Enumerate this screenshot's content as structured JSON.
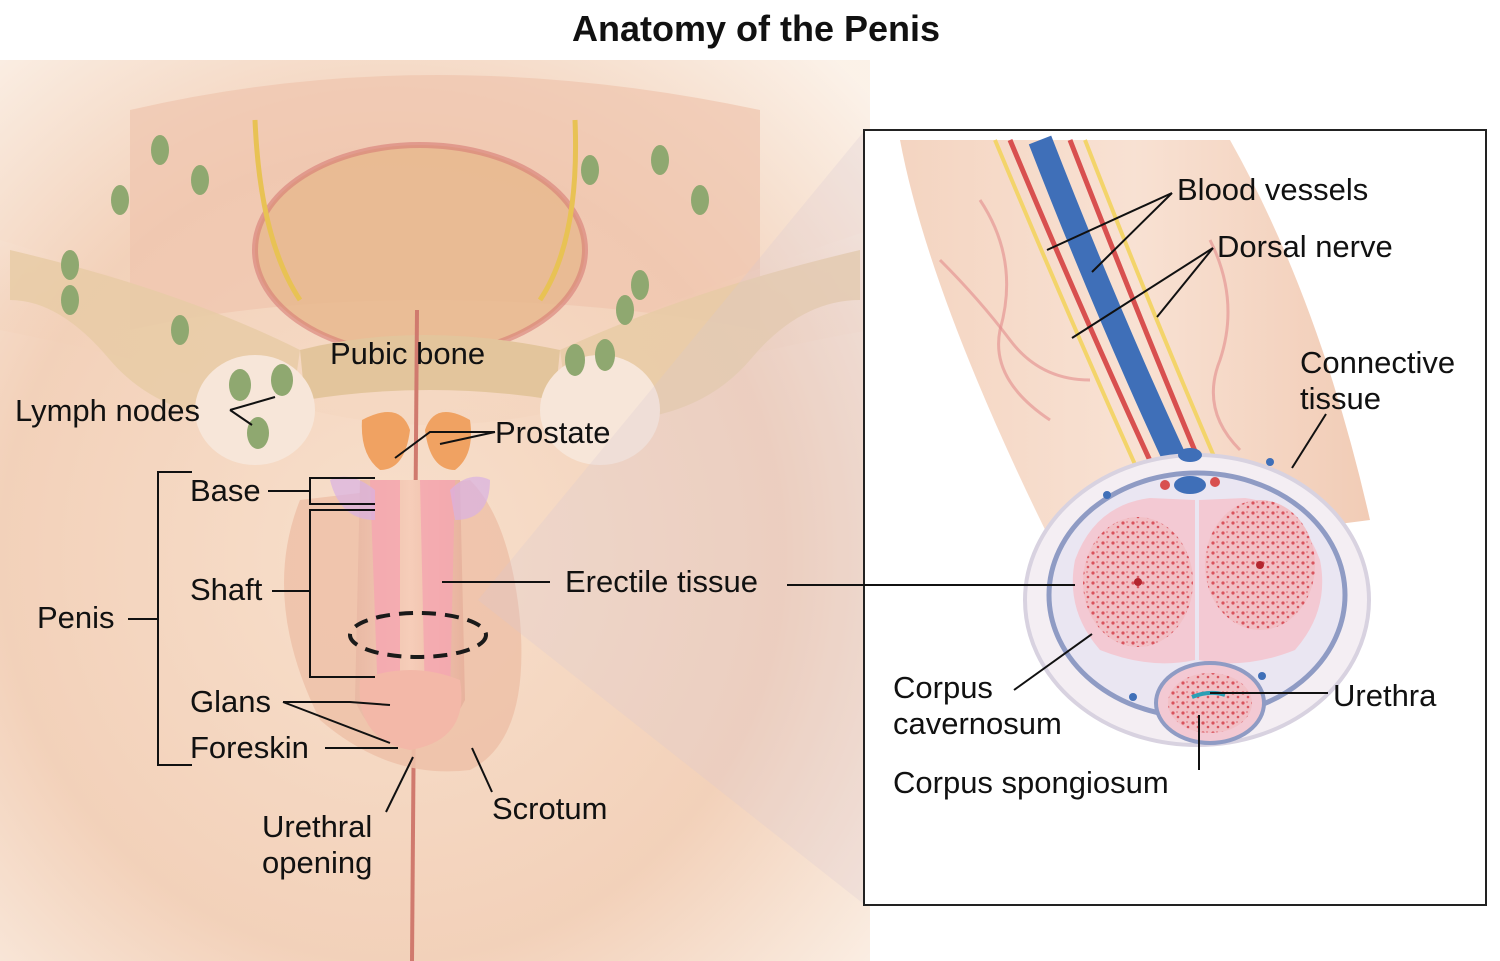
{
  "title": "Anatomy of the Penis",
  "labels": {
    "pubic_bone": "Pubic bone",
    "lymph_nodes": "Lymph nodes",
    "prostate": "Prostate",
    "base": "Base",
    "shaft": "Shaft",
    "penis": "Penis",
    "glans": "Glans",
    "foreskin": "Foreskin",
    "urethral_opening_1": "Urethral",
    "urethral_opening_2": "opening",
    "scrotum": "Scrotum",
    "erectile_tissue": "Erectile tissue",
    "blood_vessels": "Blood vessels",
    "dorsal_nerve": "Dorsal nerve",
    "connective_tissue_1": "Connective",
    "connective_tissue_2": "tissue",
    "corpus_cavernosum_1": "Corpus",
    "corpus_cavernosum_2": "cavernosum",
    "urethra": "Urethra",
    "corpus_spongiosum": "Corpus spongiosum"
  },
  "colors": {
    "skin": "#f3cfb4",
    "bone": "#e3c9a2",
    "lymph_node": "#8fa870",
    "prostate": "#f0a262",
    "erectile": "#f4a7b0",
    "artery": "#d8504f",
    "vein": "#3f6fb8",
    "nerve": "#f3d46a",
    "inset_border": "#222222"
  }
}
